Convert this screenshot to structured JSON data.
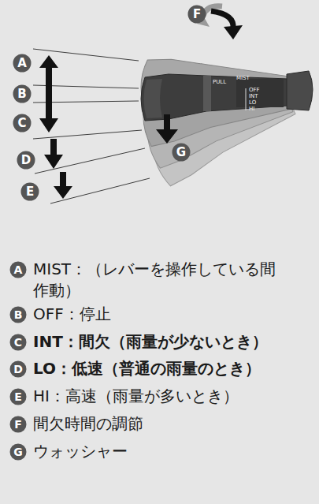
{
  "diagram": {
    "nodes": [
      {
        "text": [
          "A"
        ]
      },
      {
        "text": [
          "B"
        ]
      },
      {
        "text": [
          "C"
        ]
      },
      {
        "text": [
          "D"
        ]
      },
      {
        "text": [
          "E"
        ]
      },
      {
        "text": [
          "F"
        ]
      },
      {
        "text": [
          "G"
        ]
      },
      {
        "text": [
          "A",
          "MIST：（レバーを操作している間作動）"
        ]
      },
      {
        "text": [
          "B",
          "OFF：停止"
        ]
      },
      {
        "text": [
          "C",
          "INT：間欠（雨量が少ないとき）"
        ]
      },
      {
        "text": [
          "D",
          "LO：低速（普通の雨量のとき）"
        ]
      },
      {
        "text": [
          "E",
          "HI：高速（雨量が多いとき）"
        ]
      },
      {
        "text": [
          "F",
          "間欠時間の調節"
        ]
      },
      {
        "text": [
          "G",
          "ウォッシャー"
        ]
      }
    ],
    "labels": [
      "PULL",
      "MIST",
      "OFF",
      "INT",
      "LO",
      "HI"
    ]
  }
}
